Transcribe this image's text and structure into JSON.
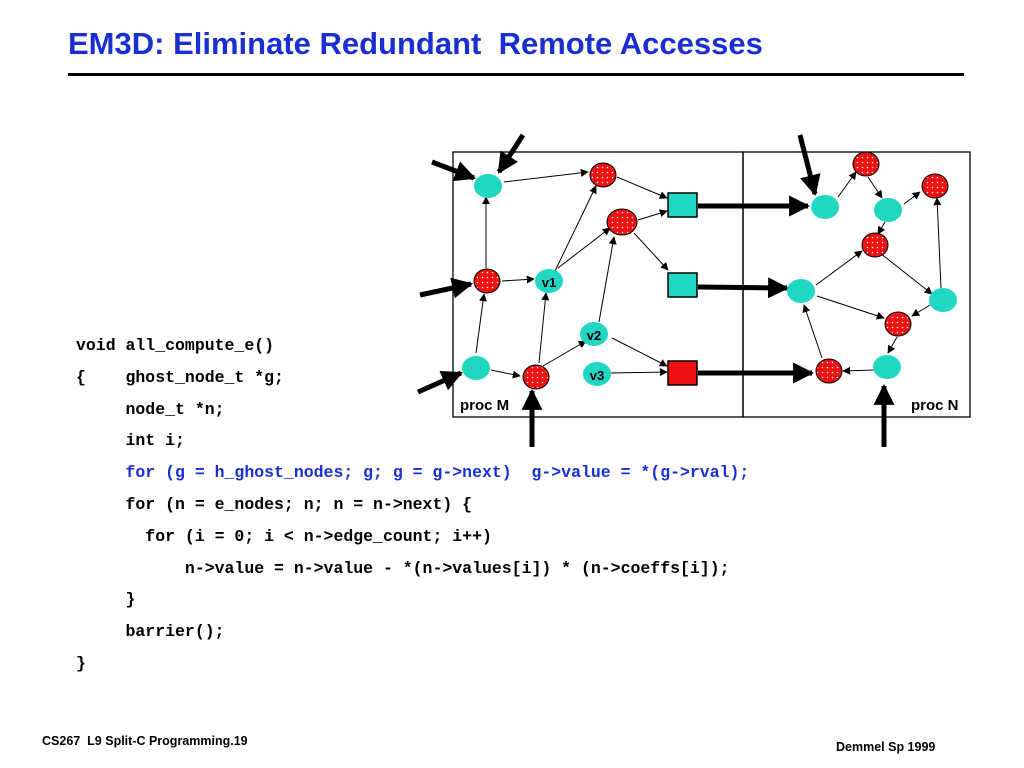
{
  "slide": {
    "title": "EM3D: Eliminate Redundant  Remote Accesses",
    "footer_left": "CS267  L9 Split-C Programming.19",
    "footer_right": "Demmel Sp 1999"
  },
  "diagram": {
    "labels": {
      "proc_m": "proc M",
      "proc_n": "proc N",
      "v1": "v1",
      "v2": "v2",
      "v3": "v3"
    },
    "colors": {
      "ghost_node": "#22d6c4",
      "e_node": "#ee1111",
      "link": "#000000"
    }
  },
  "code": {
    "lines": [
      {
        "text": "void all_compute_e()",
        "highlight": false
      },
      {
        "text": "{    ghost_node_t *g;",
        "highlight": false
      },
      {
        "text": "     node_t *n;",
        "highlight": false
      },
      {
        "text": "     int i;",
        "highlight": false
      },
      {
        "text": "     for (g = h_ghost_nodes; g; g = g->next)  g->value = *(g->rval);",
        "highlight": true
      },
      {
        "text": "     for (n = e_nodes; n; n = n->next) {",
        "highlight": false
      },
      {
        "text": "       for (i = 0; i < n->edge_count; i++)",
        "highlight": false
      },
      {
        "text": "           n->value = n->value - *(n->values[i]) * (n->coeffs[i]);",
        "highlight": false
      },
      {
        "text": "     }",
        "highlight": false
      },
      {
        "text": "     barrier();",
        "highlight": false
      },
      {
        "text": "}",
        "highlight": false
      }
    ]
  }
}
